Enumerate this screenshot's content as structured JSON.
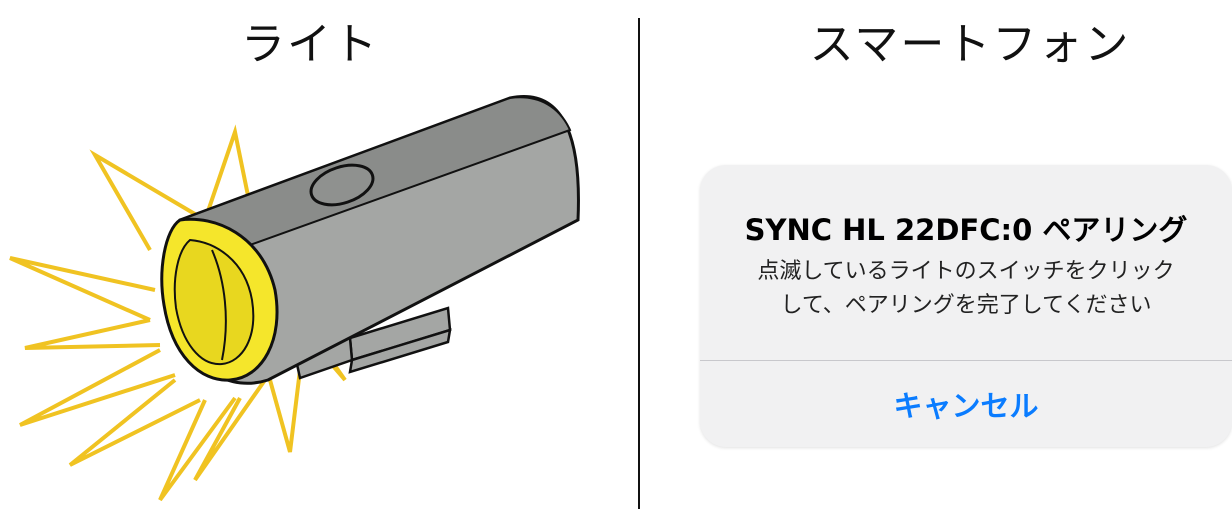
{
  "headings": {
    "light": "ライト",
    "smartphone": "スマートフォン"
  },
  "illustration": {
    "subject": "bike-headlight-icon",
    "lens_color": "#f5e62b",
    "body_color": "#a4a6a4",
    "flash_color": "#f0c322"
  },
  "dialog": {
    "title": "SYNC HL 22DFC:0 ペアリング",
    "message_lines": [
      "点滅しているライトのスイッチをクリック",
      "して、ペアリングを完了してください"
    ],
    "cancel_label": "キャンセル",
    "accent_color": "#0a7cff"
  }
}
